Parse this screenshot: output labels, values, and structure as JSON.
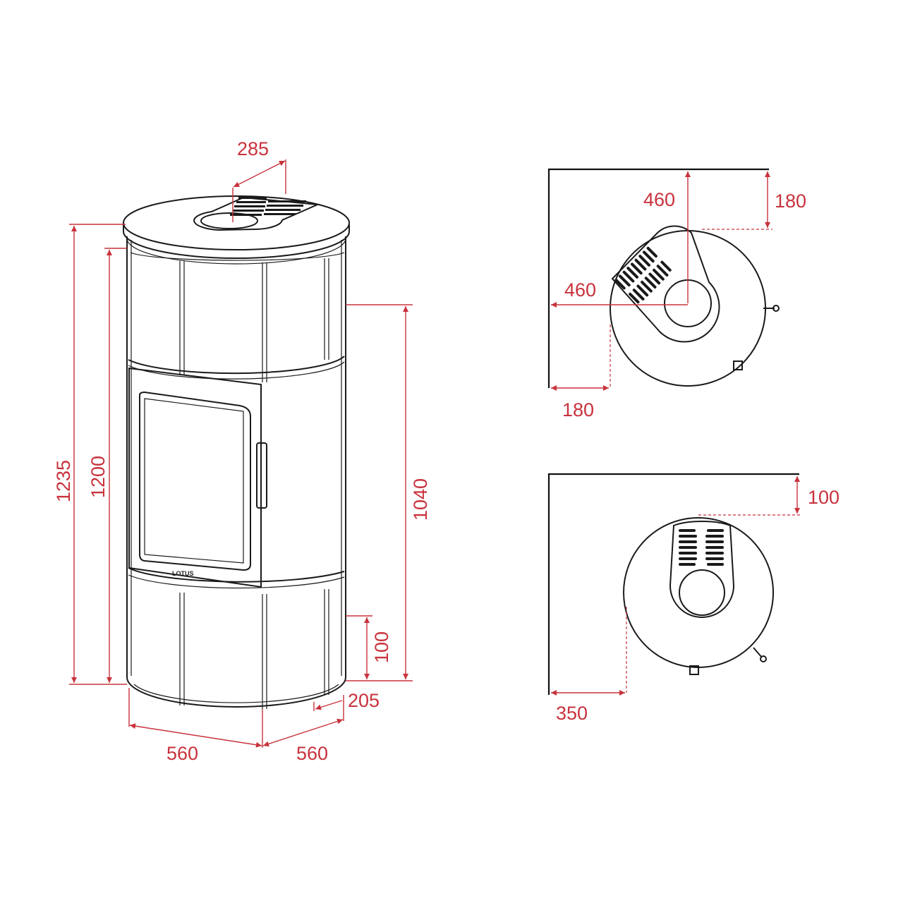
{
  "brand": "LOTUS",
  "accent_color": "#c8323c",
  "front_view": {
    "dims": {
      "total_height": "1235",
      "body_height": "1200",
      "inlet_height": "1040",
      "inlet_from_floor": "100",
      "inlet_depth": "205",
      "width_left": "560",
      "width_right": "560",
      "flue_offset": "285"
    }
  },
  "corner_plan": {
    "dims": {
      "flue_from_back_wall": "460",
      "clearance_back": "180",
      "flue_from_side_wall": "460",
      "clearance_side": "180"
    }
  },
  "wall_plan": {
    "dims": {
      "clearance_back": "100",
      "clearance_side": "350"
    }
  }
}
